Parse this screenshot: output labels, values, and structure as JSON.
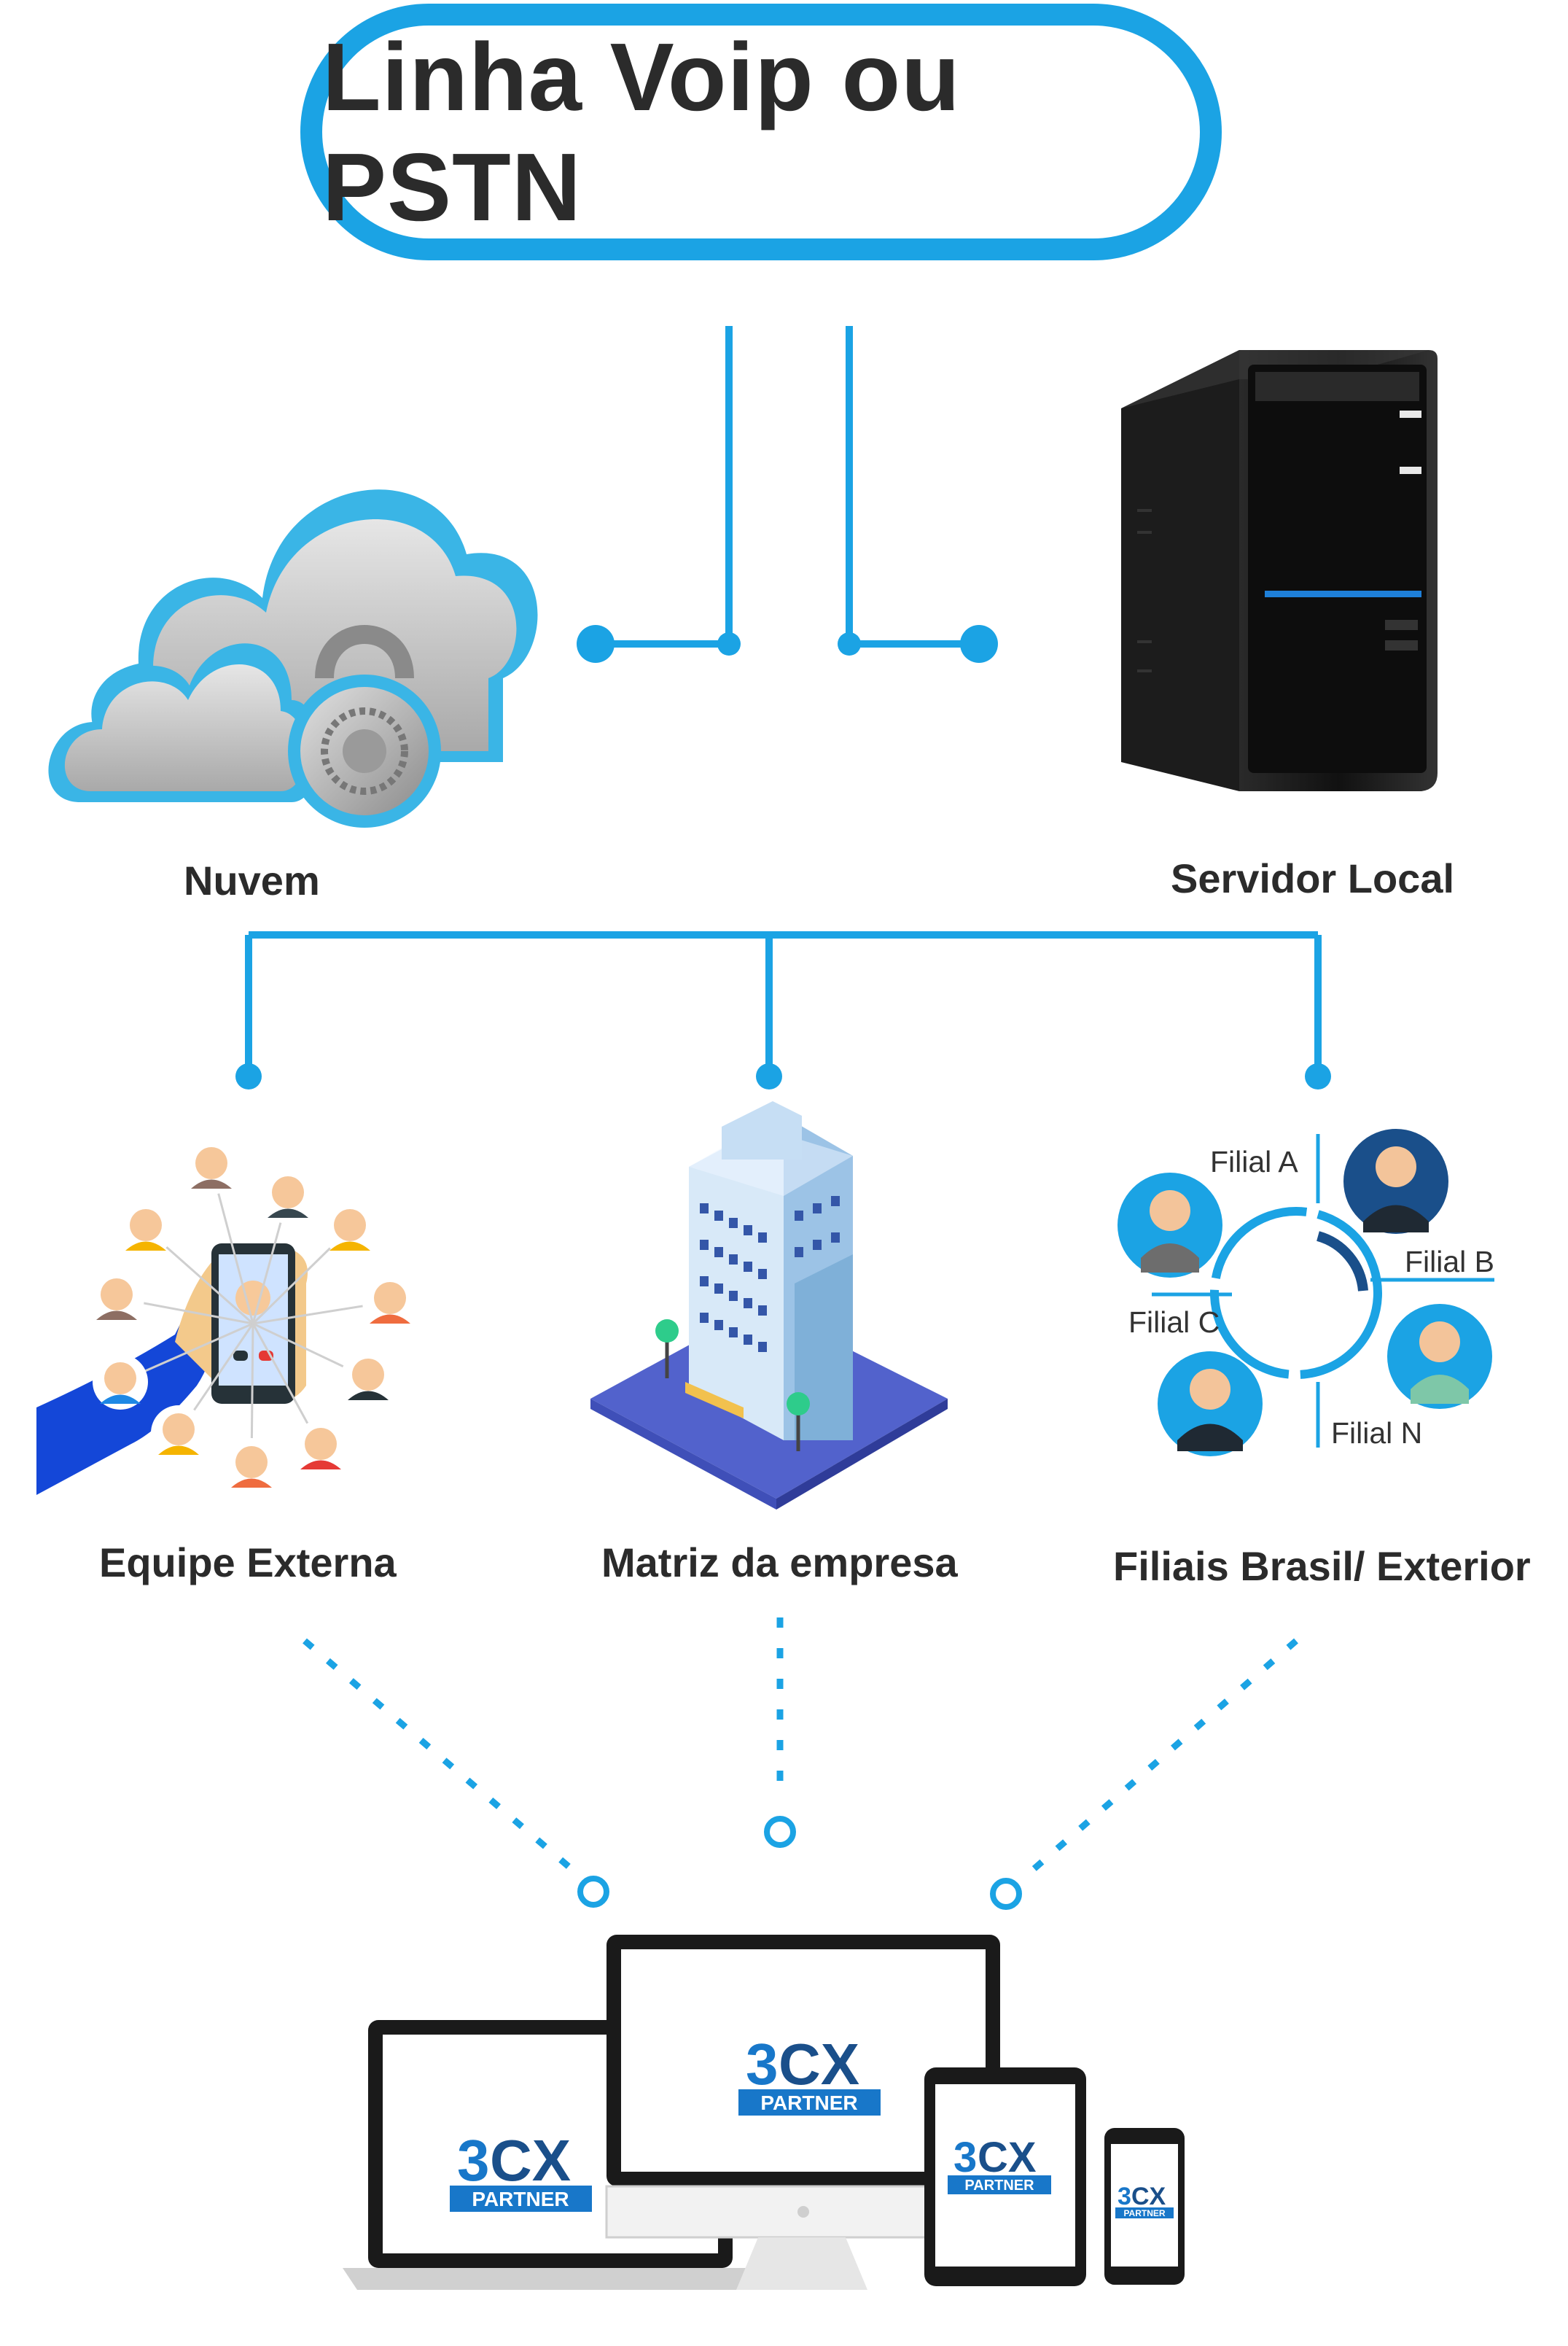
{
  "title": "Linha Voip ou PSTN",
  "nodes": {
    "cloud": "Nuvem",
    "server": "Servidor Local",
    "external_team": "Equipe Externa",
    "headquarters": "Matriz da empresa",
    "branches": "Filiais Brasil/ Exterior"
  },
  "branch_labels": [
    "Filial A",
    "Filial B",
    "Filial C",
    "Filial N"
  ],
  "brand": {
    "number": "3",
    "letters": "CX",
    "tag": "PARTNER"
  },
  "colors": {
    "accent": "#1ba3e4",
    "brand_blue": "#1877c9",
    "text": "#2b2b2b"
  },
  "icons": [
    "cloud-lock-icon",
    "server-tower-icon",
    "smartphone-contacts-icon",
    "office-building-icon",
    "branch-people-icon",
    "devices-icon"
  ]
}
